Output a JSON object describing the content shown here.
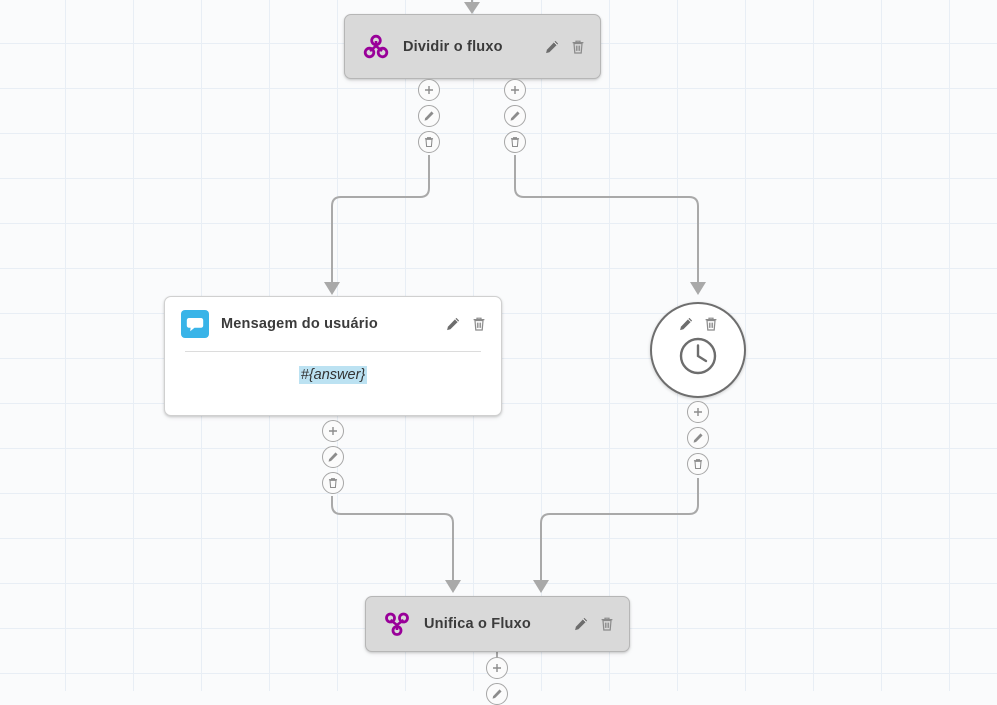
{
  "canvas": {
    "name": "flow-editor-canvas",
    "grid": true,
    "background_color": "#fafbfc",
    "grid_color": "#e8eef5"
  },
  "nodes": [
    {
      "id": "split",
      "type": "split-flow",
      "title": "Dividir o fluxo",
      "icon": "split-branch-icon",
      "icon_color": "#990099",
      "shape": "rounded-rect",
      "background_color": "#d9d9d9",
      "actions": [
        "edit-icon",
        "delete-icon"
      ]
    },
    {
      "id": "user-message",
      "type": "user-message",
      "title": "Mensagem do usuário",
      "icon": "chat-bubble-icon",
      "icon_color": "#39b4e8",
      "shape": "card",
      "background_color": "#ffffff",
      "body_value": "#{answer}",
      "body_highlight_color": "#bce2f2",
      "actions": [
        "edit-icon",
        "delete-icon"
      ]
    },
    {
      "id": "timer",
      "type": "timer",
      "title": "",
      "icon": "clock-icon",
      "shape": "circle",
      "background_color": "#ffffff",
      "actions": [
        "edit-icon",
        "delete-icon"
      ]
    },
    {
      "id": "merge",
      "type": "merge-flow",
      "title": "Unifica o Fluxo",
      "icon": "merge-branch-icon",
      "icon_color": "#990099",
      "shape": "rounded-rect",
      "background_color": "#d9d9d9",
      "actions": [
        "edit-icon",
        "delete-icon"
      ]
    }
  ],
  "connector_buttons": {
    "add_label": "+",
    "items": [
      "add-icon",
      "edit-icon",
      "delete-icon"
    ]
  },
  "edges": [
    {
      "from": "top-entry",
      "to": "split"
    },
    {
      "from": "split-out-left",
      "to": "user-message"
    },
    {
      "from": "split-out-right",
      "to": "timer"
    },
    {
      "from": "user-message-out",
      "to": "merge"
    },
    {
      "from": "timer-out",
      "to": "merge"
    },
    {
      "from": "merge-out",
      "to": "next"
    }
  ]
}
